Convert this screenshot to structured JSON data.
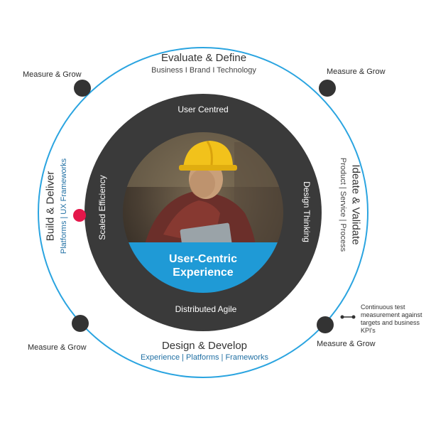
{
  "top": {
    "title": "Evaluate & Define",
    "subtitle": "Business I Brand I Technology"
  },
  "bottom": {
    "title": "Design & Develop",
    "subtitle": "Experience | Platforms | Frameworks"
  },
  "left": {
    "title": "Build & Deliver",
    "subtitle": "Platforms | UX Frameworks"
  },
  "right": {
    "title": "Ideate & Validate",
    "subtitle": "Product | Service | Process"
  },
  "measure_labels": {
    "top_left": "Measure & Grow",
    "top_right": "Measure & Grow",
    "bottom_left": "Measure & Grow",
    "bottom_right": "Measure & Grow"
  },
  "ring": {
    "top": "User Centred",
    "bottom": "Distributed Agile",
    "left": "Scaled Efficiency",
    "right": "Design Thinking"
  },
  "center": {
    "line1": "User-Centric",
    "line2": "Experience"
  },
  "note": "Continuous test measurement against targets and business KPI's",
  "colors": {
    "outer_ring": "#2aa4e0",
    "dark_ring": "#3a3a3a",
    "node": "#333333",
    "accent_node": "#e4174a",
    "center_band": "#1f9ad6"
  }
}
